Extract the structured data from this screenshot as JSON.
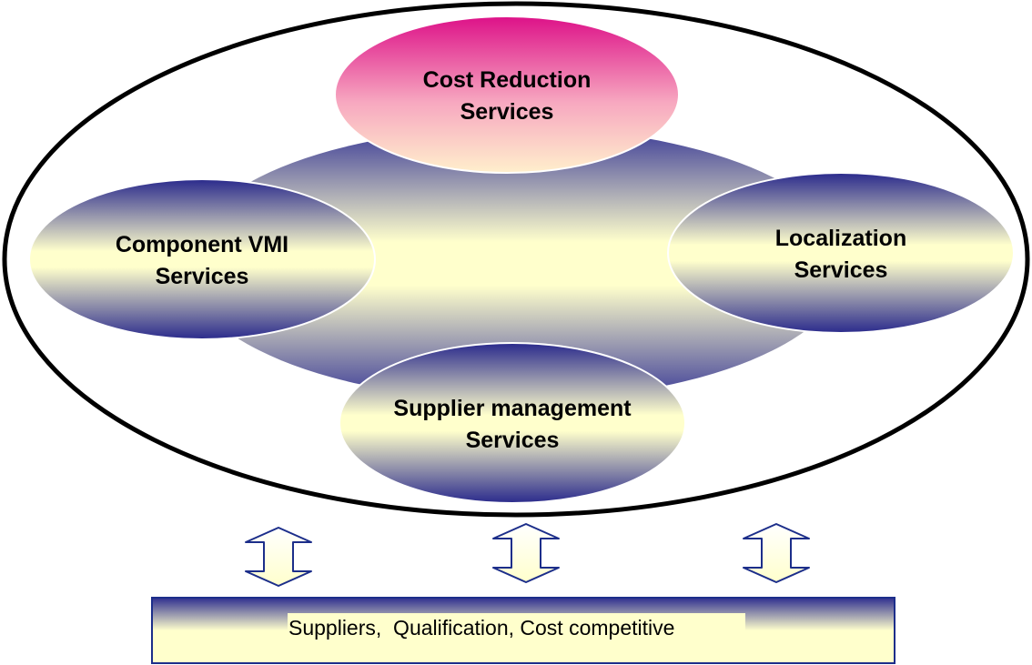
{
  "nodes": {
    "cost_reduction": {
      "line1": "Cost Reduction",
      "line2": "Services"
    },
    "component_vmi": {
      "line1": "Component VMI",
      "line2": "Services"
    },
    "localization": {
      "line1": "Localization",
      "line2": "Services"
    },
    "supplier_management": {
      "line1": "Supplier management",
      "line2": "Services"
    }
  },
  "base": {
    "label": "Suppliers,  Qualification, Cost competitive"
  },
  "colors": {
    "outline": "#000000",
    "navy": "#2e2e8f",
    "cream": "#ffffcc",
    "magenta": "#dd1188",
    "peach": "#ffe9cc",
    "arrow_stroke": "#1c2e8a"
  }
}
